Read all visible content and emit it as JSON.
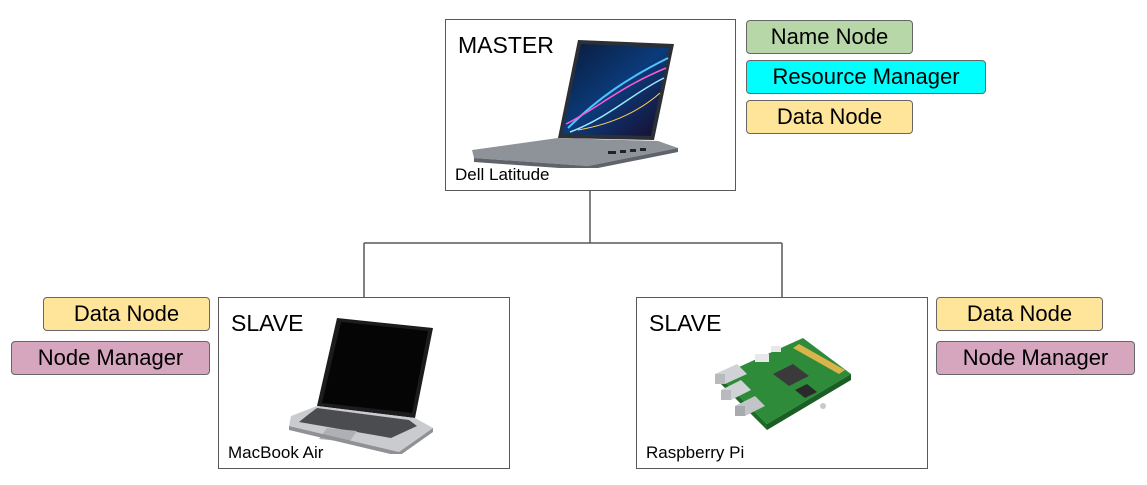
{
  "master": {
    "role": "MASTER",
    "device": "Dell Latitude",
    "image_icon": "dell-laptop-icon",
    "badges": [
      "Name Node",
      "Resource Manager",
      "Data Node"
    ]
  },
  "slave_left": {
    "role": "SLAVE",
    "device": "MacBook Air",
    "image_icon": "macbook-icon",
    "badges": [
      "Data Node",
      "Node Manager"
    ]
  },
  "slave_right": {
    "role": "SLAVE",
    "device": "Raspberry Pi",
    "image_icon": "raspberry-pi-icon",
    "badges": [
      "Data Node",
      "Node Manager"
    ]
  },
  "colors": {
    "name_node": "#b7d7a8",
    "resource_manager": "#00ffff",
    "data_node": "#ffe599",
    "node_manager": "#d5a6bd",
    "connector": "#595959"
  }
}
